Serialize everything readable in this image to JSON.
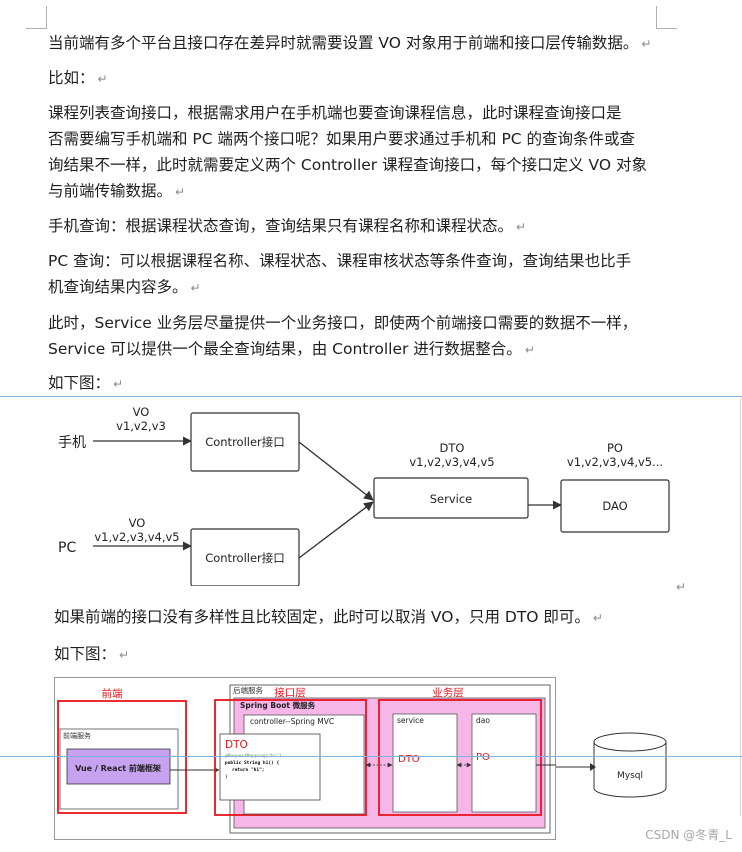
{
  "paragraphs": {
    "p1": "当前端有多个平台且接口存在差异时就需要设置 VO 对象用于前端和接口层传输数据。",
    "p2": "比如：",
    "p3_l1": "课程列表查询接口，根据需求用户在手机端也要查询课程信息，此时课程查询接口是",
    "p3_l2": "否需要编写手机端和 PC 端两个接口呢？如果用户要求通过手机和 PC 的查询条件或查",
    "p3_l3": "询结果不一样，此时就需要定义两个 Controller 课程查询接口，每个接口定义 VO 对象",
    "p3_l4": "与前端传输数据。",
    "p4": "手机查询：根据课程状态查询，查询结果只有课程名称和课程状态。",
    "p5_l1": "PC 查询：可以根据课程名称、课程状态、课程审核状态等条件查询，查询结果也比手",
    "p5_l2": "机查询结果内容多。",
    "p6_l1": "此时，Service 业务层尽量提供一个业务接口，即使两个前端接口需要的数据不一样，",
    "p6_l2": "Service 可以提供一个最全查询结果，由 Controller 进行数据整合。",
    "p7": "如下图：",
    "p8": "如果前端的接口没有多样性且比较固定，此时可以取消 VO，只用 DTO 即可。",
    "p9": "如下图："
  },
  "paragraph_mark": "↵",
  "diagram1": {
    "phone_label": "手机",
    "pc_label": "PC",
    "vo_top_title": "VO",
    "vo_top_fields": "v1,v2,v3",
    "vo_bottom_title": "VO",
    "vo_bottom_fields": "v1,v2,v3,v4,v5",
    "controller_top": "Controller接口",
    "controller_bottom": "Controller接口",
    "dto_title": "DTO",
    "dto_fields": "v1,v2,v3,v4,v5",
    "service_label": "Service",
    "po_title": "PO",
    "po_fields": "v1,v2,v3,v4,v5...",
    "dao_label": "DAO"
  },
  "diagram2": {
    "frontend_title": "前端",
    "frontend_service": "前端服务",
    "frontend_framework": "Vue /  React 前端框架",
    "backend_service": "后端服务",
    "interface_layer": "接口层",
    "business_layer": "业务层",
    "springboot": "Spring Boot 微服务",
    "controller_label": "controller--Spring MVC",
    "dto_red": "DTO",
    "code_l1": "@RequestMapping(\"hi\")",
    "code_l2": "public String hi() {",
    "code_l3": "return \"hi\";",
    "code_l4": "}",
    "service_label": "service",
    "dao_label": "dao",
    "dto_arrow_label": "DTO",
    "po_arrow_label": "PO",
    "mysql_label": "Mysql"
  },
  "watermark": "CSDN @冬青_L",
  "colors": {
    "red": "#e8141c",
    "pink": "#f6b6e8",
    "purple": "#c7a2f0",
    "separator": "#7fb2e0"
  }
}
